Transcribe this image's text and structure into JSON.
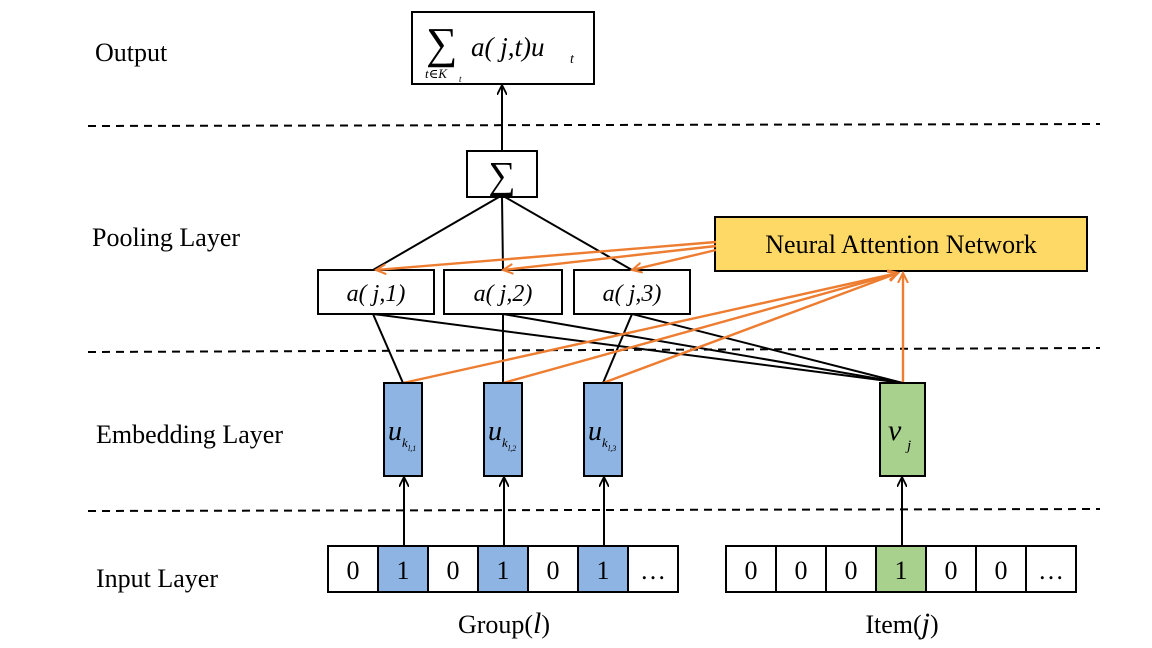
{
  "layers": {
    "output": "Output",
    "pooling": "Pooling Layer",
    "embedding": "Embedding Layer",
    "input": "Input Layer"
  },
  "output_box": {
    "sum_symbol": "∑",
    "expression": "a( j,t)u",
    "expression_sub": "t",
    "range": "t∈K",
    "range_sub": "t"
  },
  "pooling_sum": "∑",
  "attention_network": "Neural Attention Network",
  "attention_weights": [
    "a( j,1)",
    "a( j,2)",
    "a( j,3)"
  ],
  "group_embeddings": [
    {
      "symbol": "u",
      "sub": "k",
      "subsub": "l,1"
    },
    {
      "symbol": "u",
      "sub": "k",
      "subsub": "l,2"
    },
    {
      "symbol": "u",
      "sub": "k",
      "subsub": "l,3"
    }
  ],
  "item_embedding": {
    "symbol": "v",
    "sub": "j"
  },
  "group_input": {
    "cells": [
      "0",
      "1",
      "0",
      "1",
      "0",
      "1",
      "…"
    ],
    "highlighted": [
      1,
      3,
      5
    ],
    "caption": "Group(",
    "caption_var": "l",
    "caption_close": ")"
  },
  "item_input": {
    "cells": [
      "0",
      "0",
      "0",
      "1",
      "0",
      "0",
      "…"
    ],
    "highlighted": [
      3
    ],
    "caption": "Item(",
    "caption_var": "j",
    "caption_close": ")"
  },
  "colors": {
    "group_fill": "#8DB4E2",
    "item_fill": "#A9D18E",
    "attention_fill": "#FFD966",
    "attention_arrow": "#ED7D31"
  }
}
